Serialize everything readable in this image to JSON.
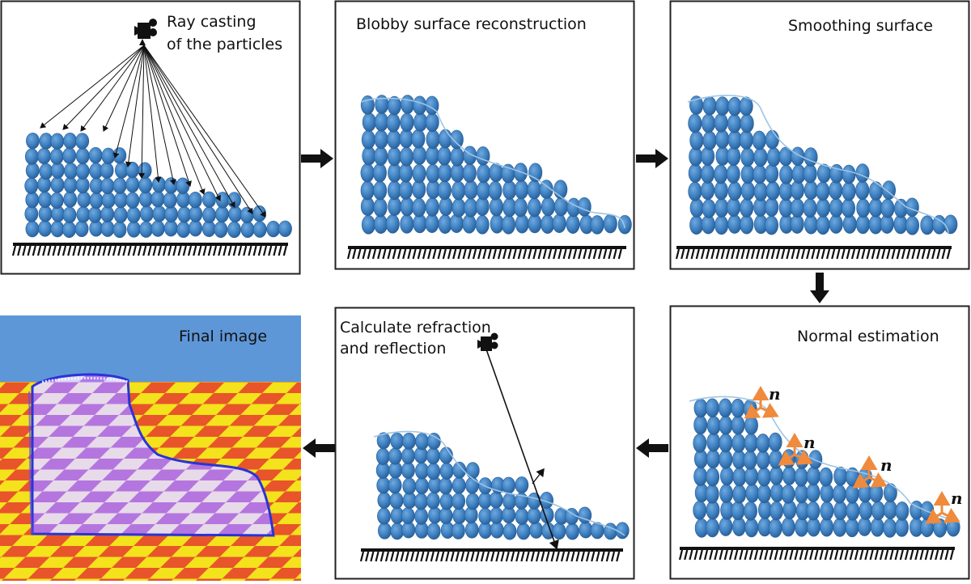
{
  "panels": {
    "ray_casting": {
      "line1": "Ray casting",
      "line2": "of the particles"
    },
    "blobby": {
      "title": "Blobby surface reconstruction"
    },
    "smoothing": {
      "title": "Smoothing surface"
    },
    "normal": {
      "title": "Normal estimation",
      "normal_symbol": "n"
    },
    "refraction": {
      "line1": "Calculate refraction",
      "line2": "and reflection"
    },
    "final": {
      "title": "Final image"
    }
  },
  "colors": {
    "particle": "#3d7fc0",
    "particle_dark": "#2a5f97",
    "surface_line": "#9fc4e4",
    "normal_arrow": "#f08a3c",
    "sky": "#5e97d8",
    "checker_red": "#e8552a",
    "checker_yellow": "#f3e21c",
    "fluid": "#c58cf5"
  },
  "icons": [
    "camera-icon",
    "ground-hatch-icon",
    "flow-arrow-icon",
    "normal-arrow-icon"
  ]
}
